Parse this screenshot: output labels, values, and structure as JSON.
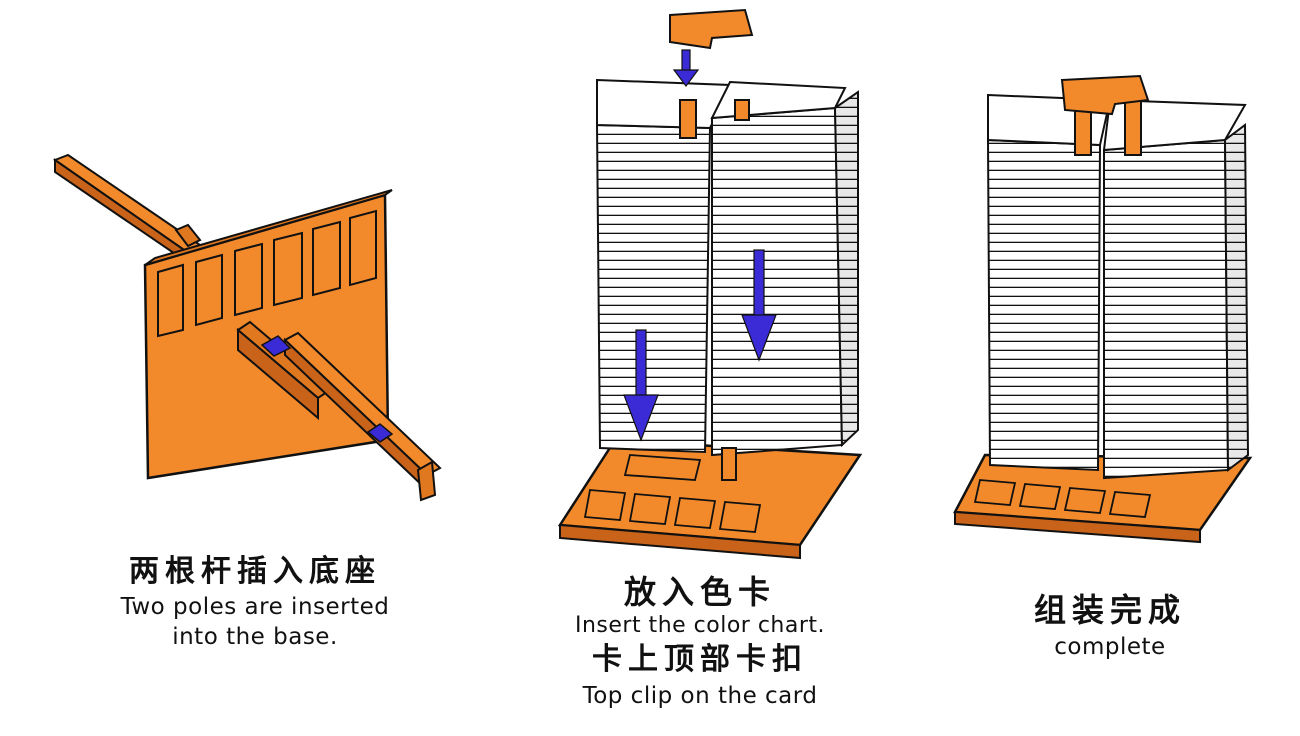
{
  "steps": [
    {
      "title_zh": "两根杆插入底座",
      "title_en_1": "Two poles are inserted",
      "title_en_2": "into the base."
    },
    {
      "title_zh": "放入色卡",
      "title_en": "Insert the color chart.",
      "sub_zh": "卡上顶部卡扣",
      "sub_en": "Top clip on the card"
    },
    {
      "title_zh": "组装完成",
      "title_en": "complete"
    }
  ],
  "colors": {
    "orange": "#f28a2c",
    "orange_dark": "#c9631a",
    "arrow": "#3a2bd6",
    "card": "#ffffff",
    "line": "#111111"
  }
}
